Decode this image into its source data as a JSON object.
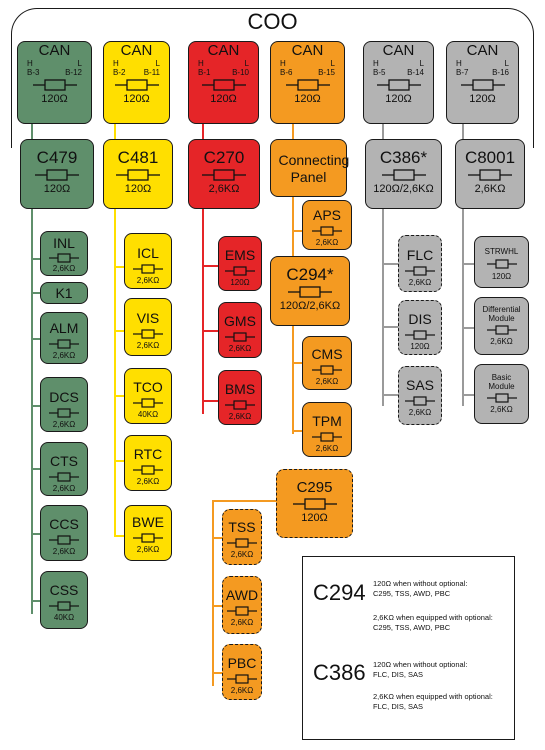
{
  "title": "COO",
  "resistor_symbol": "resistor-icon",
  "colors": {
    "green": "#5f8f6b",
    "yellow": "#ffdf00",
    "red": "#e52528",
    "orange": "#f49a21",
    "grey": "#b3b3b3"
  },
  "can_buses": [
    {
      "label": "CAN",
      "h_label": "H",
      "l_label": "L",
      "h_pin": "B-3",
      "l_pin": "B-12",
      "resistance": "120Ω",
      "color": "green"
    },
    {
      "label": "CAN",
      "h_label": "H",
      "l_label": "L",
      "h_pin": "B-2",
      "l_pin": "B-11",
      "resistance": "120Ω",
      "color": "yellow"
    },
    {
      "label": "CAN",
      "h_label": "H",
      "l_label": "L",
      "h_pin": "B-1",
      "l_pin": "B-10",
      "resistance": "120Ω",
      "color": "red"
    },
    {
      "label": "CAN",
      "h_label": "H",
      "l_label": "L",
      "h_pin": "B-6",
      "l_pin": "B-15",
      "resistance": "120Ω",
      "color": "orange"
    },
    {
      "label": "CAN",
      "h_label": "H",
      "l_label": "L",
      "h_pin": "B-5",
      "l_pin": "B-14",
      "resistance": "120Ω",
      "color": "grey"
    },
    {
      "label": "CAN",
      "h_label": "H",
      "l_label": "L",
      "h_pin": "B-7",
      "l_pin": "B-16",
      "resistance": "120Ω",
      "color": "grey"
    }
  ],
  "controllers": [
    {
      "label": "C479",
      "resistance": "120Ω"
    },
    {
      "label": "C481",
      "resistance": "120Ω"
    },
    {
      "label": "C270",
      "resistance": "2,6KΩ"
    },
    {
      "label": "Connecting Panel",
      "resistance": ""
    },
    {
      "label": "C386*",
      "resistance": "120Ω/2,6KΩ"
    },
    {
      "label": "C8001",
      "resistance": "2,6KΩ"
    }
  ],
  "green_nodes": [
    {
      "label": "INL",
      "resistance": "2,6KΩ"
    },
    {
      "label": "K1",
      "resistance": ""
    },
    {
      "label": "ALM",
      "resistance": "2,6KΩ"
    },
    {
      "label": "DCS",
      "resistance": "2,6KΩ"
    },
    {
      "label": "CTS",
      "resistance": "2,6KΩ"
    },
    {
      "label": "CCS",
      "resistance": "2,6KΩ"
    },
    {
      "label": "CSS",
      "resistance": "40KΩ"
    }
  ],
  "yellow_nodes": [
    {
      "label": "ICL",
      "resistance": "2,6KΩ"
    },
    {
      "label": "VIS",
      "resistance": "2,6KΩ"
    },
    {
      "label": "TCO",
      "resistance": "40KΩ"
    },
    {
      "label": "RTC",
      "resistance": "2,6KΩ"
    },
    {
      "label": "BWE",
      "resistance": "2,6KΩ"
    }
  ],
  "red_nodes": [
    {
      "label": "EMS",
      "resistance": "120Ω"
    },
    {
      "label": "GMS",
      "resistance": "2,6KΩ"
    },
    {
      "label": "BMS",
      "resistance": "2,6KΩ"
    }
  ],
  "orange_nodes": {
    "aps": {
      "label": "APS",
      "resistance": "2,6KΩ"
    },
    "c294": {
      "label": "C294*",
      "resistance": "120Ω/2,6KΩ"
    },
    "cms": {
      "label": "CMS",
      "resistance": "2,6KΩ"
    },
    "tpm": {
      "label": "TPM",
      "resistance": "2,6KΩ"
    },
    "c295": {
      "label": "C295",
      "resistance": "120Ω"
    },
    "tss": {
      "label": "TSS",
      "resistance": "2,6KΩ"
    },
    "awd": {
      "label": "AWD",
      "resistance": "2,6KΩ"
    },
    "pbc": {
      "label": "PBC",
      "resistance": "2,6KΩ"
    }
  },
  "grey_c386_nodes": [
    {
      "label": "FLC",
      "resistance": "2,6KΩ"
    },
    {
      "label": "DIS",
      "resistance": "120Ω"
    },
    {
      "label": "SAS",
      "resistance": "2,6KΩ"
    }
  ],
  "grey_c8001_nodes": [
    {
      "label": "STRWHL",
      "resistance": "120Ω"
    },
    {
      "label": "Differential Module",
      "resistance": "2,6KΩ"
    },
    {
      "label": "Basic Module",
      "resistance": "2,6KΩ"
    }
  ],
  "legend": {
    "c294": {
      "code": "C294",
      "without": "120Ω when without optional:\nC295, TSS, AWD, PBC",
      "with": "2,6KΩ when equipped with optional:\nC295, TSS, AWD, PBC"
    },
    "c386": {
      "code": "C386",
      "without": "120Ω when without optional:\nFLC, DIS, SAS",
      "with": "2,6KΩ when equipped with optional:\nFLC, DIS, SAS"
    }
  }
}
